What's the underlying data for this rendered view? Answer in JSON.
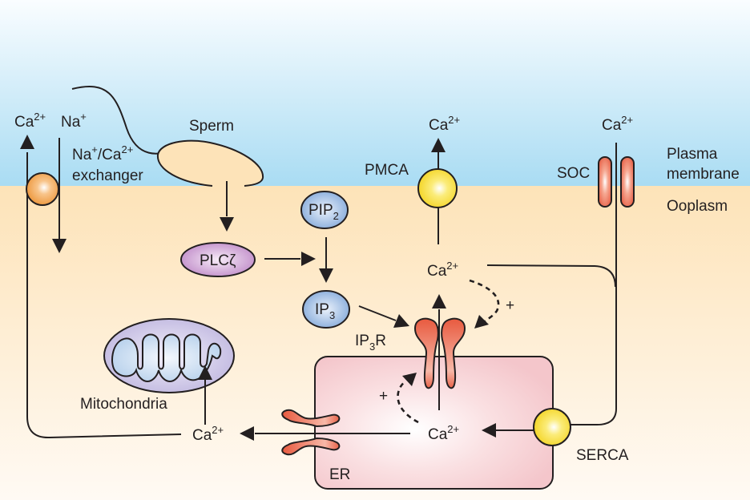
{
  "regions": {
    "extracellular_label_1": "Plasma",
    "extracellular_label_2": "membrane",
    "intracellular_label": "Ooplasm"
  },
  "labels": {
    "exchanger_ca": "Ca",
    "exchanger_ca_sup": "2+",
    "exchanger_na": "Na",
    "exchanger_na_sup": "+",
    "exchanger_name_line1_a": "Na",
    "exchanger_name_line1_a_sup": "+",
    "exchanger_name_line1_b": "/Ca",
    "exchanger_name_line1_b_sup": "2+",
    "exchanger_name_line2": "exchanger",
    "sperm": "Sperm",
    "pmca": "PMCA",
    "pmca_ca": "Ca",
    "pmca_ca_sup": "2+",
    "soc": "SOC",
    "soc_ca": "Ca",
    "soc_ca_sup": "2+",
    "pip2": "PIP",
    "pip2_sub": "2",
    "plc": "PLCζ",
    "ip3": "IP",
    "ip3_sub": "3",
    "ip3r": "IP",
    "ip3r_sub": "3",
    "ip3r_r": "R",
    "cyto_ca": "Ca",
    "cyto_ca_sup": "2+",
    "plus_cyto": "+",
    "plus_er": "+",
    "er_ca": "Ca",
    "er_ca_sup": "2+",
    "er": "ER",
    "serca": "SERCA",
    "mito_ca": "Ca",
    "mito_ca_sup": "2+",
    "mitochondria": "Mitochondria"
  },
  "colors": {
    "extracellular_top": "#fafdff",
    "extracellular_bottom": "#a9dcf3",
    "ooplasm_top": "#fde3b8",
    "ooplasm_bottom": "#fffaf3",
    "exchanger": "#f0a14a",
    "pump_yellow": "#f8de2f",
    "channel_red": "#e8634a",
    "pip_blue": "#8db0de",
    "plc_purple": "#c797cf",
    "mito_outer": "#c9c2e4",
    "mito_inner": "#c8dcf0",
    "er_fill": "#f6ccd0",
    "sperm_fill": "#fde3b8"
  }
}
